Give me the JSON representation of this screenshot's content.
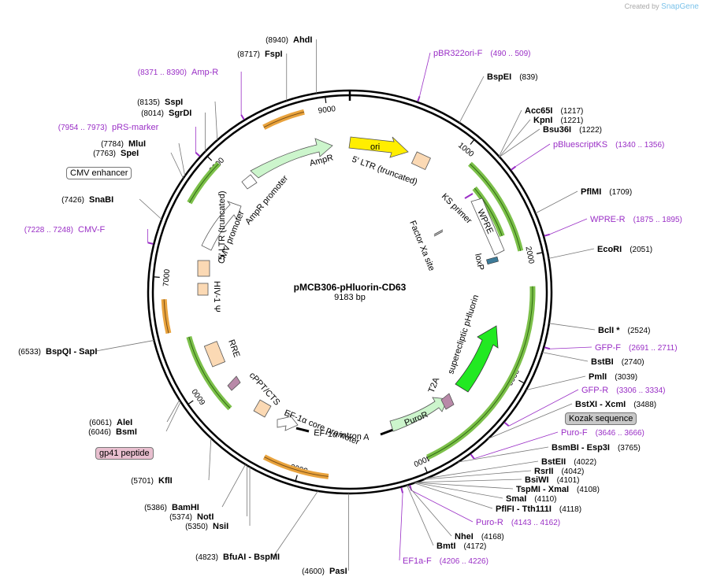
{
  "branding": {
    "created_by": "Created by",
    "app": "SnapGene"
  },
  "plasmid": {
    "name": "pMCB306-pHluorin-CD63",
    "length": "9183 bp",
    "total_bp": 9183
  },
  "ticks": [
    "1000",
    "2000",
    "3000",
    "4000",
    "5000",
    "6000",
    "7000",
    "8000",
    "9000"
  ],
  "enzymes": [
    {
      "name": "AhdI",
      "pos": "(8940)"
    },
    {
      "name": "FspI",
      "pos": "(8717)"
    },
    {
      "name": "BspEI",
      "pos": "(839)"
    },
    {
      "name": "Acc65I",
      "pos": "(1217)"
    },
    {
      "name": "KpnI",
      "pos": "(1221)"
    },
    {
      "name": "Bsu36I",
      "pos": "(1222)"
    },
    {
      "name": "SspI",
      "pos": "(8135)"
    },
    {
      "name": "SgrDI",
      "pos": "(8014)"
    },
    {
      "name": "MluI",
      "pos": "(7784)"
    },
    {
      "name": "SpeI",
      "pos": "(7763)"
    },
    {
      "name": "SnaBI",
      "pos": "(7426)"
    },
    {
      "name": "PflMI",
      "pos": "(1709)"
    },
    {
      "name": "EcoRI",
      "pos": "(2051)"
    },
    {
      "name": "BclI *",
      "pos": "(2524)"
    },
    {
      "name": "BstBI",
      "pos": "(2740)"
    },
    {
      "name": "PmlI",
      "pos": "(3039)"
    },
    {
      "name": "BstXI  - XcmI",
      "pos": "(3488)"
    },
    {
      "name": "BsmBI  - Esp3I",
      "pos": "(3765)"
    },
    {
      "name": "BstEII",
      "pos": "(4022)"
    },
    {
      "name": "RsrII",
      "pos": "(4042)"
    },
    {
      "name": "BsiWI",
      "pos": "(4101)"
    },
    {
      "name": "TspMI  - XmaI",
      "pos": "(4108)"
    },
    {
      "name": "SmaI",
      "pos": "(4110)"
    },
    {
      "name": "PflFI  - Tth111I",
      "pos": "(4118)"
    },
    {
      "name": "NheI",
      "pos": "(4168)"
    },
    {
      "name": "BmtI",
      "pos": "(4172)"
    },
    {
      "name": "BspQI  - SapI",
      "pos": "(6533)"
    },
    {
      "name": "AleI",
      "pos": "(6061)"
    },
    {
      "name": "BsmI",
      "pos": "(6046)"
    },
    {
      "name": "KflI",
      "pos": "(5701)"
    },
    {
      "name": "BamHI",
      "pos": "(5386)"
    },
    {
      "name": "NotI",
      "pos": "(5374)"
    },
    {
      "name": "NsiI",
      "pos": "(5350)"
    },
    {
      "name": "BfuAI  - BspMI",
      "pos": "(4823)"
    },
    {
      "name": "PasI",
      "pos": "(4600)"
    }
  ],
  "primers": [
    {
      "name": "pBR322ori-F",
      "range": "(490 .. 509)"
    },
    {
      "name": "Amp-R",
      "range": "(8371 .. 8390)"
    },
    {
      "name": "pRS-marker",
      "range": "(7954 .. 7973)"
    },
    {
      "name": "pBluescriptKS",
      "range": "(1340 .. 1356)"
    },
    {
      "name": "WPRE-R",
      "range": "(1875 .. 1895)"
    },
    {
      "name": "CMV-F",
      "range": "(7228 .. 7248)"
    },
    {
      "name": "GFP-F",
      "range": "(2691 .. 2711)"
    },
    {
      "name": "GFP-R",
      "range": "(3306 .. 3334)"
    },
    {
      "name": "Puro-F",
      "range": "(3646 .. 3666)"
    },
    {
      "name": "Puro-R",
      "range": "(4143 .. 4162)"
    },
    {
      "name": "EF1a-F",
      "range": "(4206 .. 4226)"
    }
  ],
  "badges": {
    "cmv_enhancer": "CMV enhancer",
    "kozak": "Kozak sequence",
    "gp41": "gp41 peptide"
  },
  "features": {
    "ori": "ori",
    "ltr5_right": "5' LTR (truncated)",
    "ks_primer": "KS primer",
    "wpre": "WPRE",
    "factor_xa": "Factor Xa site",
    "loxp": "loxP",
    "ampr": "AmpR",
    "ampr_promoter": "AmpR promoter",
    "cmv_promoter": "CMV promoter",
    "hiv_ltr": "HIV-1 Ψ",
    "ltr5_left": "5' LTR (truncated)",
    "rre": "RRE",
    "cppt": "cPPT/CTS",
    "ef1a_core": "EF-1α core promoter",
    "ef1a_intron": "EF-1α intron A",
    "puror": "PuroR",
    "t2a": "T2A",
    "pHluorin": "superecliptic pHluorin"
  },
  "colors": {
    "primer": "#9a2fc6",
    "orange_arc": "#e9a33d",
    "green_arc": "#7cc04a",
    "ori": "#ffee00",
    "ampr_fill": "#ccf5cc",
    "pHluorin": "#22e922",
    "ltr_box": "#fbd9b4",
    "kozak_badge": "#c8c8c8",
    "gp41_badge": "#e8bfcf"
  }
}
